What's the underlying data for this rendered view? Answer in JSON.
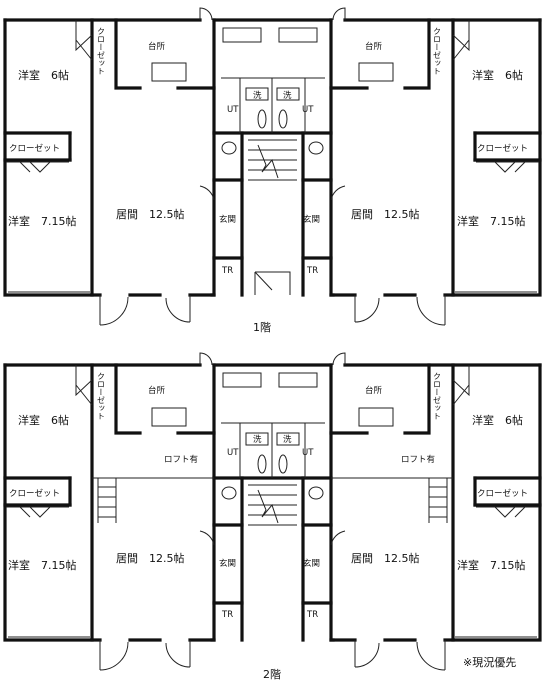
{
  "labels": {
    "western_6": "洋室　6帖",
    "closet_vertical": "クローゼット",
    "kitchen": "台所",
    "closet": "クローゼット",
    "western_715": "洋室　7.15帖",
    "living": "居間　12.5帖",
    "ut": "UT",
    "wash": "洗",
    "entrance": "玄関",
    "tr": "TR",
    "loft": "ロフト有"
  },
  "floors": {
    "first": "1階",
    "second": "2階"
  },
  "note": "※現況優先"
}
